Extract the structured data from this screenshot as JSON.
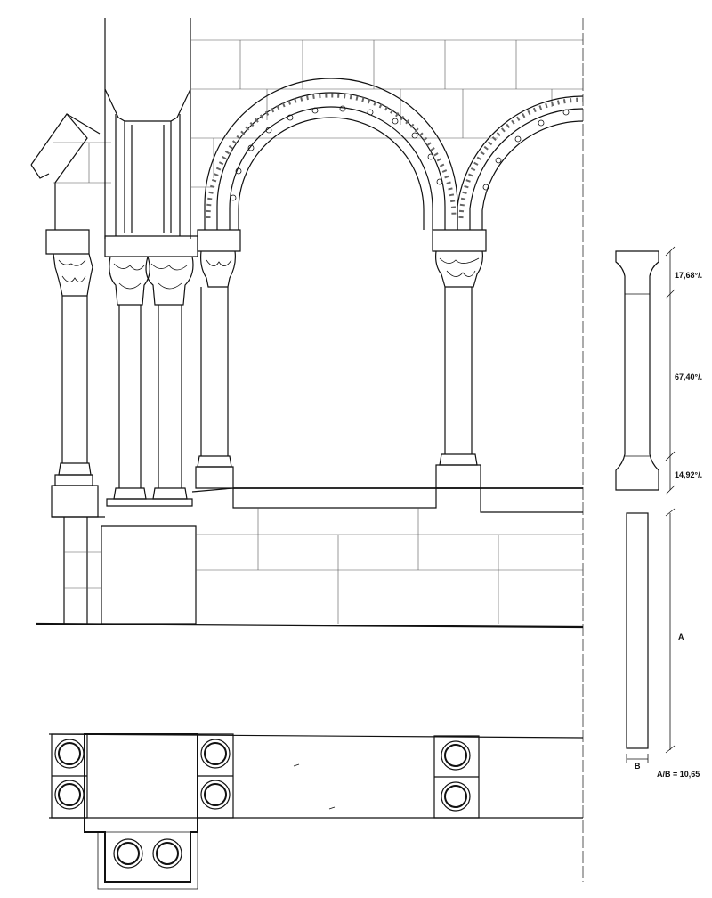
{
  "proportions": {
    "capital": "17,68°/.",
    "shaft": "67,40°/.",
    "base": "14,92°/."
  },
  "dimensions": {
    "height_label": "A",
    "width_label": "B",
    "ratio": "A/B = 10,65"
  }
}
